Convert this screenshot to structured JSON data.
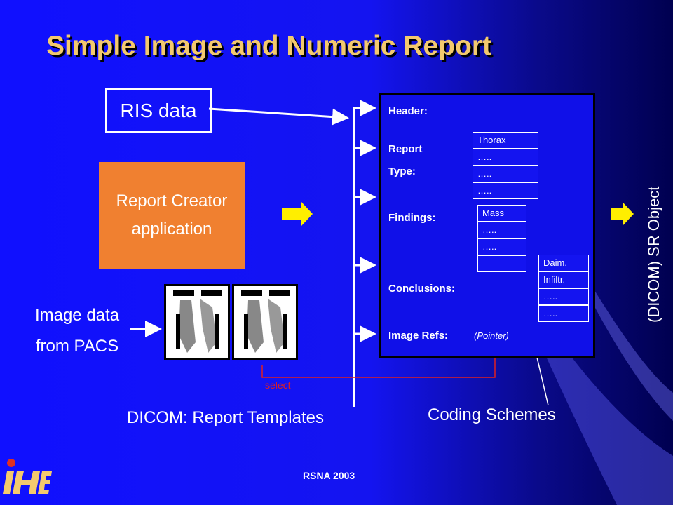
{
  "title": "Simple Image and Numeric Report",
  "ris_label": "RIS data",
  "creator": {
    "line1": "Report Creator",
    "line2": "application"
  },
  "image_data": {
    "line1": "Image data",
    "line2": "from PACS"
  },
  "report": {
    "header": "Header:",
    "report_line1": "Report",
    "report_line2": "Type:",
    "findings": "Findings:",
    "conclusions": "Conclusions:",
    "image_refs": "Image Refs:",
    "pointer": "(Pointer)"
  },
  "type_list": [
    "Thorax",
    "…..",
    "…..",
    "….."
  ],
  "findings_list": [
    "Mass",
    "…..",
    "…..",
    ""
  ],
  "conclusion_list": [
    "Daim.",
    "Infiltr.",
    "…..",
    "….."
  ],
  "select_label": "select",
  "templates_label": "DICOM: Report Templates",
  "coding_label": "Coding Schemes",
  "sr_label": "(DICOM) SR Object",
  "footer": "RSNA 2003",
  "logo_text": "IHE",
  "colors": {
    "title": "#f3c96e",
    "creator_bg": "#f08030",
    "arrow": "#ffee00",
    "select_line": "#e02020"
  }
}
